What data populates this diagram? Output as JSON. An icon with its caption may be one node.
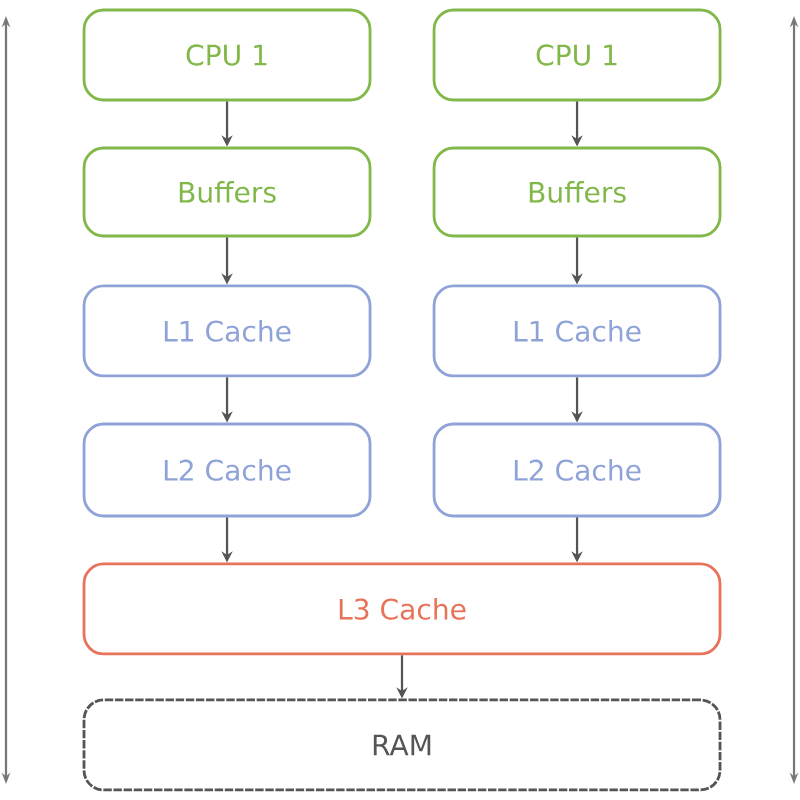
{
  "diagram": {
    "nodes": [
      {
        "text": [
          "CPU 1"
        ]
      },
      {
        "text": [
          "CPU 1"
        ]
      },
      {
        "text": [
          "Buffers"
        ]
      },
      {
        "text": [
          "Buffers"
        ]
      },
      {
        "text": [
          "L1 Cache"
        ]
      },
      {
        "text": [
          "L1 Cache"
        ]
      },
      {
        "text": [
          "L2 Cache"
        ]
      },
      {
        "text": [
          "L2 Cache"
        ]
      },
      {
        "text": [
          "L3 Cache"
        ]
      },
      {
        "text": [
          "RAM"
        ]
      }
    ],
    "edges": [
      {
        "from": 0,
        "to": 2,
        "arrow": "to"
      },
      {
        "from": 1,
        "to": 3,
        "arrow": "to"
      },
      {
        "from": 2,
        "to": 4,
        "arrow": "to"
      },
      {
        "from": 3,
        "to": 5,
        "arrow": "to"
      },
      {
        "from": 4,
        "to": 6,
        "arrow": "to"
      },
      {
        "from": 5,
        "to": 7,
        "arrow": "to"
      },
      {
        "from": 6,
        "to": 8,
        "arrow": "to"
      },
      {
        "from": 7,
        "to": 8,
        "arrow": "to"
      },
      {
        "from": 8,
        "to": 9,
        "arrow": "to"
      }
    ]
  }
}
